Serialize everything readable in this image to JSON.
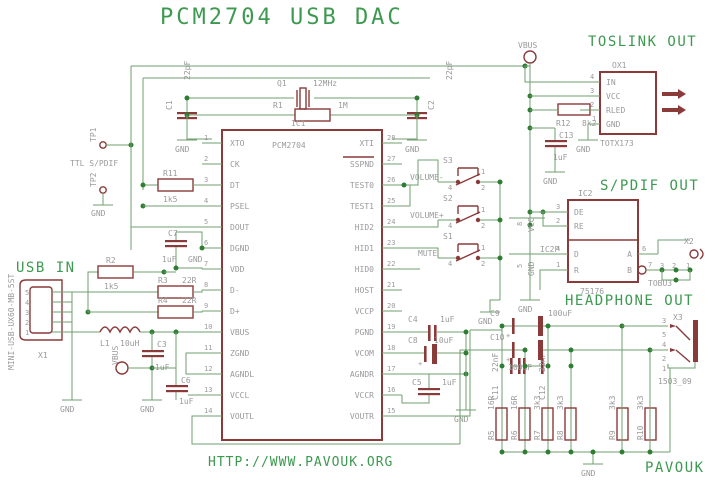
{
  "sheet": {
    "title": "PCM2704 USB DAC",
    "url": "HTTP://WWW.PAVOUK.ORG",
    "brand": "PAVOUK",
    "colors": {
      "wire": "#6f9f6f",
      "part": "#8b3a3a",
      "label": "#9a9a9a",
      "title": "#3d9950",
      "junction": "#2f7d32"
    }
  },
  "section_titles": {
    "usb_in": "USB IN",
    "ttl_spdif": "TTL S/PDIF",
    "toslink_out": "TOSLINK OUT",
    "spdif_out": "S/PDIF OUT",
    "headphone_out": "HEADPHONE OUT"
  },
  "ic1": {
    "refdes": "IC1",
    "value": "PCM2704",
    "pins_left": [
      {
        "num": "1",
        "name": "XTO"
      },
      {
        "num": "2",
        "name": "CK"
      },
      {
        "num": "3",
        "name": "DT"
      },
      {
        "num": "4",
        "name": "PSEL"
      },
      {
        "num": "5",
        "name": "DOUT"
      },
      {
        "num": "6",
        "name": "DGND"
      },
      {
        "num": "7",
        "name": "VDD"
      },
      {
        "num": "8",
        "name": "D-"
      },
      {
        "num": "9",
        "name": "D+"
      },
      {
        "num": "10",
        "name": "VBUS"
      },
      {
        "num": "11",
        "name": "ZGND"
      },
      {
        "num": "12",
        "name": "AGNDL"
      },
      {
        "num": "13",
        "name": "VCCL"
      },
      {
        "num": "14",
        "name": "VOUTL"
      }
    ],
    "pins_right": [
      {
        "num": "28",
        "name": "XTI"
      },
      {
        "num": "27",
        "name": "SSPND",
        "overbar": true
      },
      {
        "num": "26",
        "name": "TEST0"
      },
      {
        "num": "25",
        "name": "TEST1"
      },
      {
        "num": "24",
        "name": "HID2"
      },
      {
        "num": "23",
        "name": "HID1"
      },
      {
        "num": "22",
        "name": "HID0"
      },
      {
        "num": "21",
        "name": "HOST"
      },
      {
        "num": "20",
        "name": "VCCP"
      },
      {
        "num": "19",
        "name": "PGND"
      },
      {
        "num": "18",
        "name": "VCOM"
      },
      {
        "num": "17",
        "name": "AGNDR"
      },
      {
        "num": "16",
        "name": "VCCR"
      },
      {
        "num": "15",
        "name": "VOUTR"
      }
    ]
  },
  "ic2": {
    "refdes": "IC2",
    "power_refdes": "IC2P",
    "value": "75176",
    "pins": [
      {
        "num": "3",
        "name": "DE"
      },
      {
        "num": "2",
        "name": "RE"
      },
      {
        "num": "4",
        "name": "D"
      },
      {
        "num": "1",
        "name": "R"
      },
      {
        "num": "6",
        "name": "A"
      },
      {
        "num": "7",
        "name": "B"
      },
      {
        "num": "8",
        "name": "VCC"
      },
      {
        "num": "5",
        "name": "GND"
      }
    ]
  },
  "ox1": {
    "refdes": "OX1",
    "value": "TOTX173",
    "pins": [
      {
        "num": "4",
        "name": "IN"
      },
      {
        "num": "3",
        "name": "VCC"
      },
      {
        "num": "2",
        "name": "RLED"
      },
      {
        "num": "1",
        "name": "GND"
      }
    ]
  },
  "connectors": [
    {
      "refdes": "X1",
      "value": "MINI-USB-UX60-MB-5ST",
      "pins": [
        "5",
        "4",
        "3",
        "2",
        "1"
      ]
    },
    {
      "refdes": "X2",
      "value": "TOBU3",
      "pins": [
        "3",
        "2",
        "1"
      ]
    },
    {
      "refdes": "X3",
      "value": "1503_09",
      "pins": [
        "3",
        "5",
        "4",
        "2",
        "1"
      ]
    }
  ],
  "resistors": [
    {
      "refdes": "R1",
      "value": "1M"
    },
    {
      "refdes": "R2",
      "value": "1k5"
    },
    {
      "refdes": "R3",
      "value": "22R"
    },
    {
      "refdes": "R4",
      "value": "22R"
    },
    {
      "refdes": "R5",
      "value": "16R"
    },
    {
      "refdes": "R6",
      "value": "16R"
    },
    {
      "refdes": "R7",
      "value": "3k3"
    },
    {
      "refdes": "R8",
      "value": "3k3"
    },
    {
      "refdes": "R9",
      "value": "3k3"
    },
    {
      "refdes": "R10",
      "value": "3k3"
    },
    {
      "refdes": "R11",
      "value": "1k5"
    },
    {
      "refdes": "R12",
      "value": "8k2"
    }
  ],
  "capacitors": [
    {
      "refdes": "C1",
      "value": "22pF"
    },
    {
      "refdes": "C2",
      "value": "22pF"
    },
    {
      "refdes": "C3",
      "value": "1uF"
    },
    {
      "refdes": "C4",
      "value": "1uF"
    },
    {
      "refdes": "C5",
      "value": "1uF"
    },
    {
      "refdes": "C6",
      "value": "1uF"
    },
    {
      "refdes": "C7",
      "value": "1uF"
    },
    {
      "refdes": "C8",
      "value": "10uF"
    },
    {
      "refdes": "C9",
      "value": "100uF"
    },
    {
      "refdes": "C10",
      "value": "100uF"
    },
    {
      "refdes": "C11",
      "value": "22nF"
    },
    {
      "refdes": "C12",
      "value": "22nF"
    },
    {
      "refdes": "C13",
      "value": "1uF"
    }
  ],
  "crystal": {
    "refdes": "Q1",
    "value": "12MHz"
  },
  "inductor": {
    "refdes": "L1",
    "value": "10uH"
  },
  "switches": [
    {
      "refdes": "S3",
      "label": "VOLUME-",
      "pins": [
        "4",
        "1",
        "2"
      ]
    },
    {
      "refdes": "S2",
      "label": "VOLUME+",
      "pins": [
        "4",
        "1",
        "2"
      ]
    },
    {
      "refdes": "S1",
      "label": "MUTE",
      "pins": [
        "4",
        "1",
        "2"
      ]
    }
  ],
  "testpoints": [
    {
      "refdes": "TP1"
    },
    {
      "refdes": "TP2"
    }
  ],
  "supply_labels": [
    "GND",
    "VBUS",
    "VCC"
  ],
  "gnd_labels": [
    "GND",
    "GND",
    "GND",
    "GND",
    "GND",
    "GND",
    "GND",
    "GND",
    "GND",
    "GND"
  ]
}
